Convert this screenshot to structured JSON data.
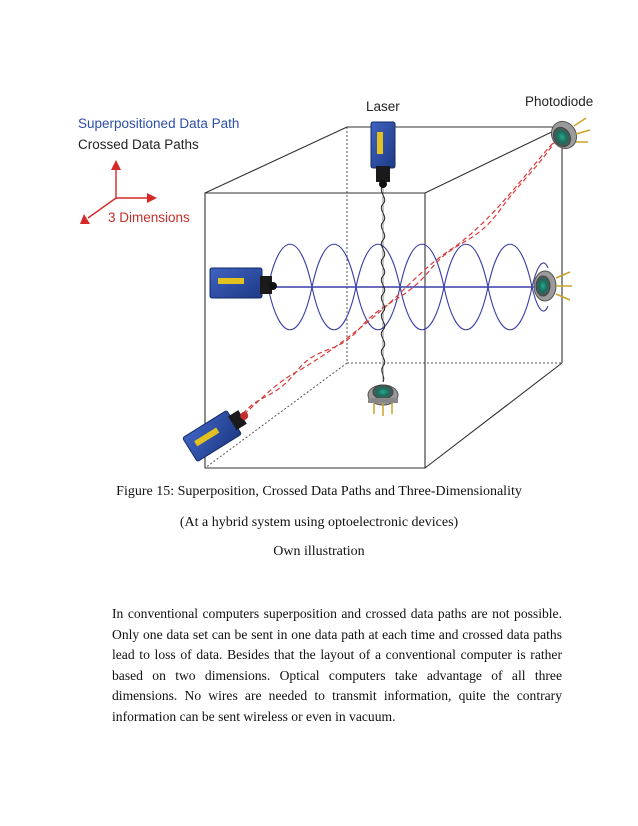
{
  "figure": {
    "labels": {
      "superpositioned": "Superpositioned Data Path",
      "crossed": "Crossed Data Paths",
      "dimensions": "3 Dimensions",
      "laser": "Laser",
      "photodiode": "Photodiode"
    },
    "colors": {
      "cube_edges": "#333333",
      "wave_blue": "#3a3fa6",
      "dashed_red": "#d83a3a",
      "axis_red": "#d62828",
      "laser_body": "#2a4aa0",
      "photodiode": "#8a8a8a"
    }
  },
  "caption": {
    "line1": "Figure 15: Superposition, Crossed Data Paths and Three-Dimensionality",
    "line2": "(At a hybrid system using optoelectronic devices)",
    "line3": "Own illustration"
  },
  "body": {
    "paragraph": "In conventional computers superposition and crossed data paths are not possible. Only one data set can be sent in one data path at each time and crossed data paths lead to loss of data. Besides that the layout of a conventional computer is rather based on two dimensions. Optical computers take advantage of all three dimensions. No wires are needed to transmit information, quite the contrary information can be sent wireless or even in vacuum."
  }
}
